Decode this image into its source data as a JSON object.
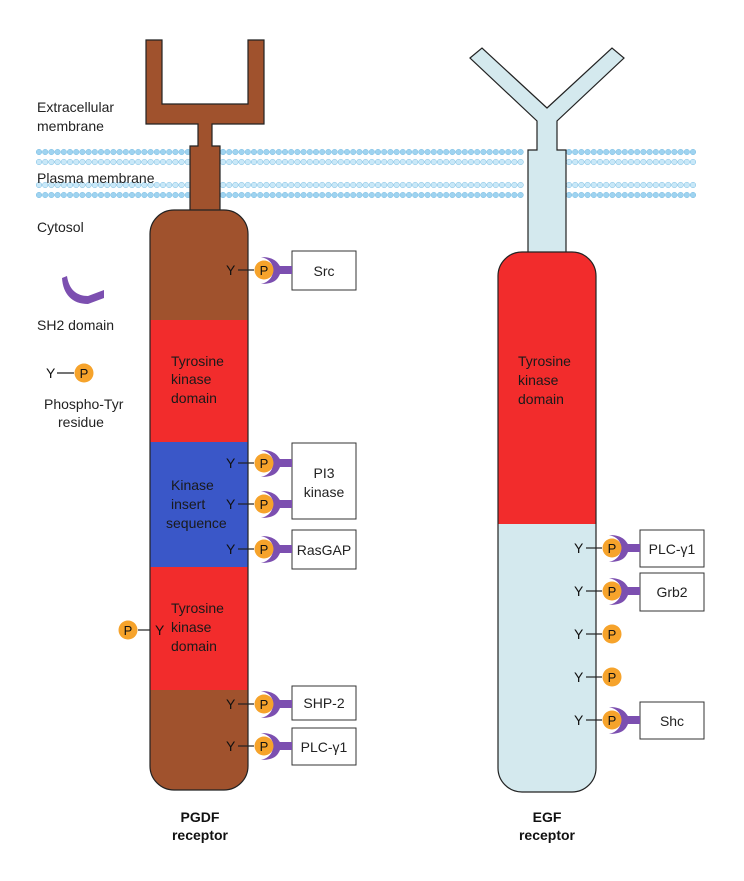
{
  "colors": {
    "brown": "#a0522d",
    "red": "#f22c2c",
    "blue": "#3a57c8",
    "light_blue": "#d4e9ee",
    "orange": "#f6a32b",
    "purple": "#7c4fb0",
    "membrane_blue": "#9fd3f0"
  },
  "labels": {
    "extracellular": [
      "Extracellular",
      "membrane"
    ],
    "plasma": "Plasma membrane",
    "cytosol": "Cytosol"
  },
  "legend": {
    "sh2": "SH2 domain",
    "y": "Y",
    "p": "P",
    "phospho": [
      "Phospho-Tyr",
      "residue"
    ]
  },
  "pgdf": {
    "caption": [
      "PGDF",
      "receptor"
    ],
    "segments": {
      "tk1": [
        "Tyrosine",
        "kinase",
        "domain"
      ],
      "kinase_insert": [
        "Kinase",
        "insert",
        "sequence"
      ],
      "tk2": [
        "Tyrosine",
        "kinase",
        "domain"
      ]
    },
    "partners": {
      "src": "Src",
      "pi3": [
        "PI3",
        "kinase"
      ],
      "rasgap": "RasGAP",
      "shp2": "SHP-2",
      "plc": "PLC-γ1"
    }
  },
  "egf": {
    "caption": [
      "EGF",
      "receptor"
    ],
    "segments": {
      "tk": [
        "Tyrosine",
        "kinase",
        "domain"
      ]
    },
    "partners": {
      "plc": "PLC-γ1",
      "grb2": "Grb2",
      "shc": "Shc"
    }
  }
}
